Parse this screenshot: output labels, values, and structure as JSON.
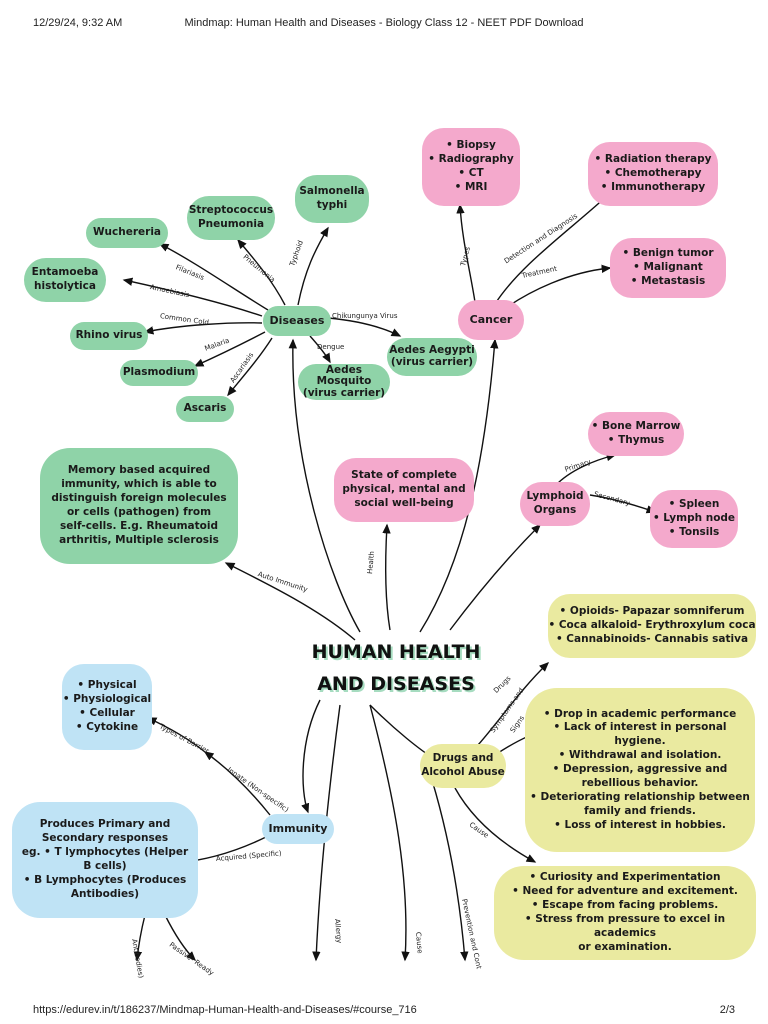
{
  "browser": {
    "timestamp": "12/29/24, 9:32 AM",
    "page_title": "Mindmap: Human Health and Diseases - Biology Class 12 - NEET PDF Download",
    "url": "https://edurev.in/t/186237/Mindmap-Human-Health-and-Diseases/#course_716",
    "page_number": "2/3"
  },
  "colors": {
    "green": "#8fd3a8",
    "pink": "#f4a9cc",
    "blue": "#bfe3f5",
    "yellow": "#eaeaa0"
  },
  "mindmap": {
    "title": [
      "HUMAN HEALTH",
      "AND DISEASES"
    ],
    "diseases": {
      "label": "Diseases",
      "salmonella": [
        "Salmonella",
        "typhi"
      ],
      "strepto": [
        "Streptococcus",
        "Pneumonia"
      ],
      "wuchereria": "Wuchereria",
      "entamoeba": [
        "Entamoeba",
        "histolytica"
      ],
      "rhino": "Rhino virus",
      "plasmodium": "Plasmodium",
      "ascaris": "Ascaris",
      "aedes_aegypti": [
        "Aedes Aegypti",
        "(virus carrier)"
      ],
      "aedes_mosquito": [
        "Aedes Mosquito",
        "(virus carrier)"
      ],
      "edges": {
        "typhoid": "Typhoid",
        "pneumonia": "Pneumonia",
        "filariasis": "Filariasis",
        "amoebiasis": "Amoebiasis",
        "common_cold": "Common Cold",
        "malaria": "Malaria",
        "ascariasis": "Ascariasis",
        "chikungunya": "Chikungunya Virus",
        "dengue": "Dengue"
      }
    },
    "cancer": {
      "label": "Cancer",
      "detection": [
        "• Biopsy",
        "• Radiography",
        "• CT",
        "• MRI"
      ],
      "treatment": [
        "• Radiation therapy",
        "• Chemotherapy",
        "• Immunotherapy"
      ],
      "types": [
        "• Benign tumor",
        "• Malignant",
        "• Metastasis"
      ],
      "edges": {
        "types": "Types",
        "detection": "Detection and Diagnosis",
        "treatment": "Treatment"
      }
    },
    "lymphoid": {
      "label": [
        "Lymphoid",
        "Organs"
      ],
      "primary": [
        "• Bone Marrow",
        "• Thymus"
      ],
      "secondary": [
        "• Spleen",
        "• Lymph node",
        "• Tonsils"
      ],
      "edges": {
        "primary": "Primary",
        "secondary": "Secondary"
      }
    },
    "health": {
      "definition": [
        "State of complete",
        "physical,  mental and",
        "social well-being"
      ],
      "edge": "Health"
    },
    "autoimmunity": {
      "text": [
        "Memory based acquired",
        "immunity, which is able to",
        "distinguish foreign molecules",
        "or cells (pathogen) from",
        "self-cells. E.g. Rheumatoid",
        "arthritis, Multiple sclerosis"
      ],
      "edge": "Auto Immunity"
    },
    "immunity": {
      "label": "Immunity",
      "barriers": [
        "• Physical",
        "• Physiological",
        "• Cellular",
        "• Cytokine"
      ],
      "acquired": [
        "Produces Primary and",
        "Secondary responses",
        "eg. • T lymphocytes (Helper",
        "B cells)",
        "• B Lymphocytes (Produces",
        "Antibodies)"
      ],
      "edges": {
        "types_barrier": "Types of Barrier",
        "innate": "Innate (Non-specific)",
        "acquired": "Acquired (Specific)",
        "passive": "Passive- Ready",
        "antibodies": "Antibodies)"
      }
    },
    "drugs": {
      "label": [
        "Drugs and",
        "Alcohol Abuse"
      ],
      "drug_list": [
        "• Opioids- Papazar somniferum",
        "• Coca alkaloid- Erythroxylum coca",
        "• Cannabinoids- Cannabis sativa"
      ],
      "symptoms": [
        "• Drop in academic performance",
        "• Lack of interest in personal",
        "hygiene.",
        "• Withdrawal and isolation.",
        "• Depression, aggressive and",
        "rebellious behavior.",
        "• Deteriorating relationship between",
        "family and friends.",
        "• Loss of interest in hobbies."
      ],
      "causes": [
        "• Curiosity and Experimentation",
        "• Need for adventure and excitement.",
        "• Escape from facing problems.",
        "• Stress from pressure to excel in academics",
        "or examination."
      ],
      "edges": {
        "drugs": "Drugs",
        "symptoms": "Symptoms and",
        "signs": "Signs",
        "cause": "Cause"
      }
    },
    "bottom_edges": {
      "allergy": "Allergy",
      "cause": "Cause",
      "prevention": "Prevention and Cont"
    }
  }
}
